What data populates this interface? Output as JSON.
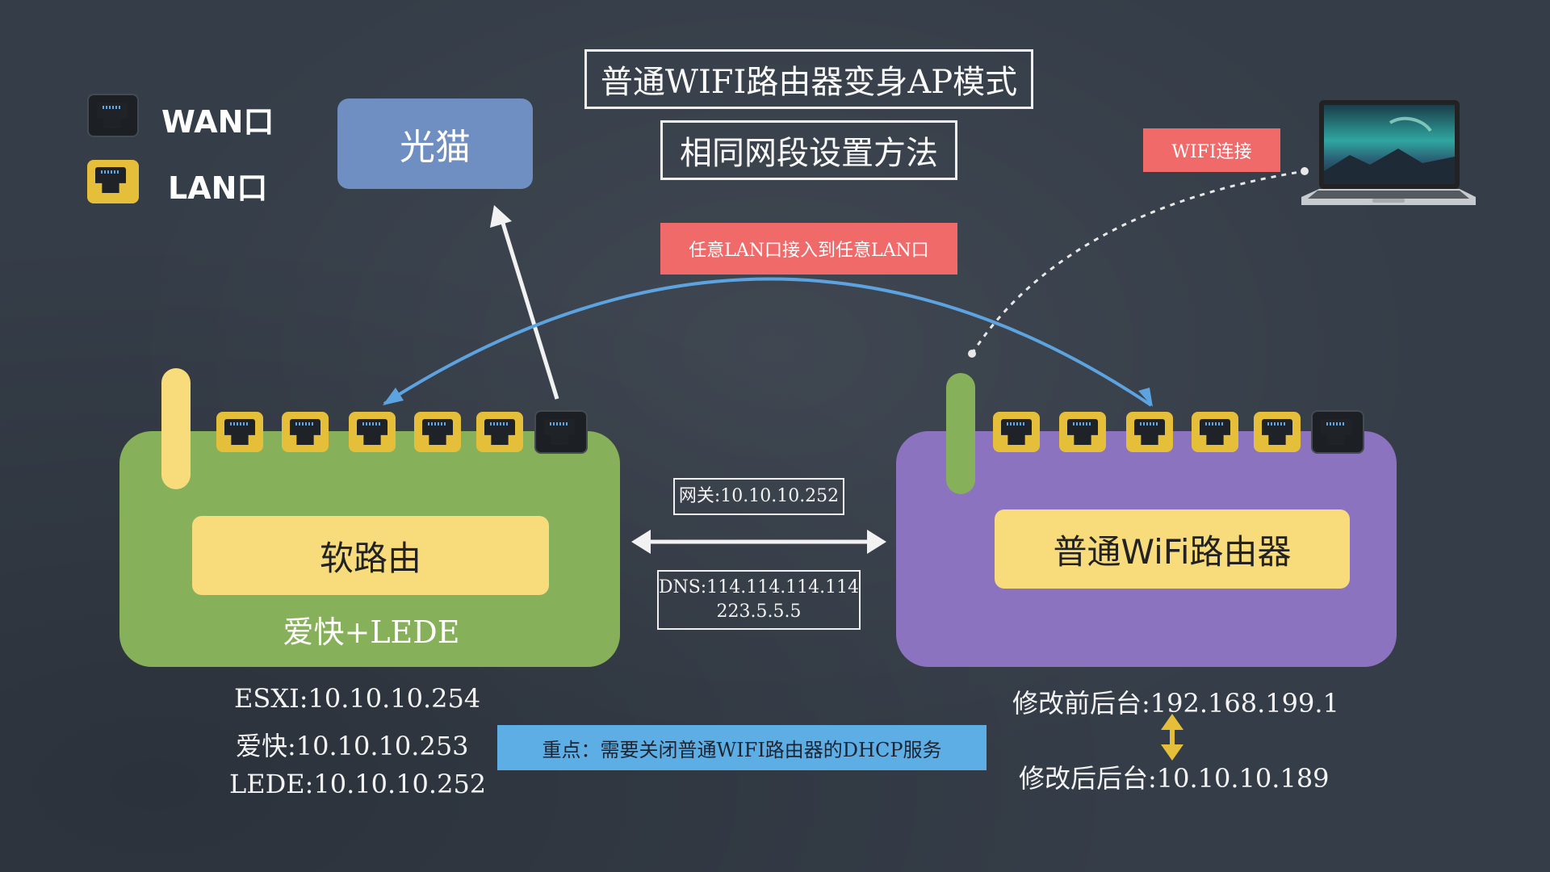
{
  "title": {
    "line1": "普通WIFI路由器变身AP模式",
    "line2": "相同网段设置方法"
  },
  "legend": {
    "wan_label": "WAN口",
    "lan_label": "LAN口"
  },
  "modem": {
    "label": "光猫"
  },
  "tags": {
    "wifi_connect": "WIFI连接",
    "lan_to_lan": "任意LAN口接入到任意LAN口"
  },
  "soft_router": {
    "label": "软路由",
    "subtitle": "爱快+LEDE",
    "ips": [
      "ESXI:10.10.10.254",
      "爱快:10.10.10.253",
      "LEDE:10.10.10.252"
    ]
  },
  "wifi_router": {
    "label": "普通WiFi路由器",
    "before": "修改前后台:192.168.199.1",
    "after": "修改后后台:10.10.10.189"
  },
  "network": {
    "gateway": "网关:10.10.10.252",
    "dns_line1": "DNS:114.114.114.114",
    "dns_line2": "223.5.5.5"
  },
  "note": {
    "text": "重点：需要关闭普通WIFI路由器的DHCP服务"
  },
  "colors": {
    "background": "#353d48",
    "soft_router": "#86b15a",
    "wifi_router": "#8c73bf",
    "modem": "#6f8ec2",
    "lan_port": "#e6bf3a",
    "wan_port": "#1c2024",
    "label_yellow": "#f8dc7c",
    "tag_red": "#f16a6a",
    "note_blue": "#5eaee6",
    "link_blue": "#5da3e0"
  },
  "icons": {
    "lan_port": "lan-port-icon",
    "wan_port": "wan-port-icon",
    "laptop": "laptop-icon"
  }
}
